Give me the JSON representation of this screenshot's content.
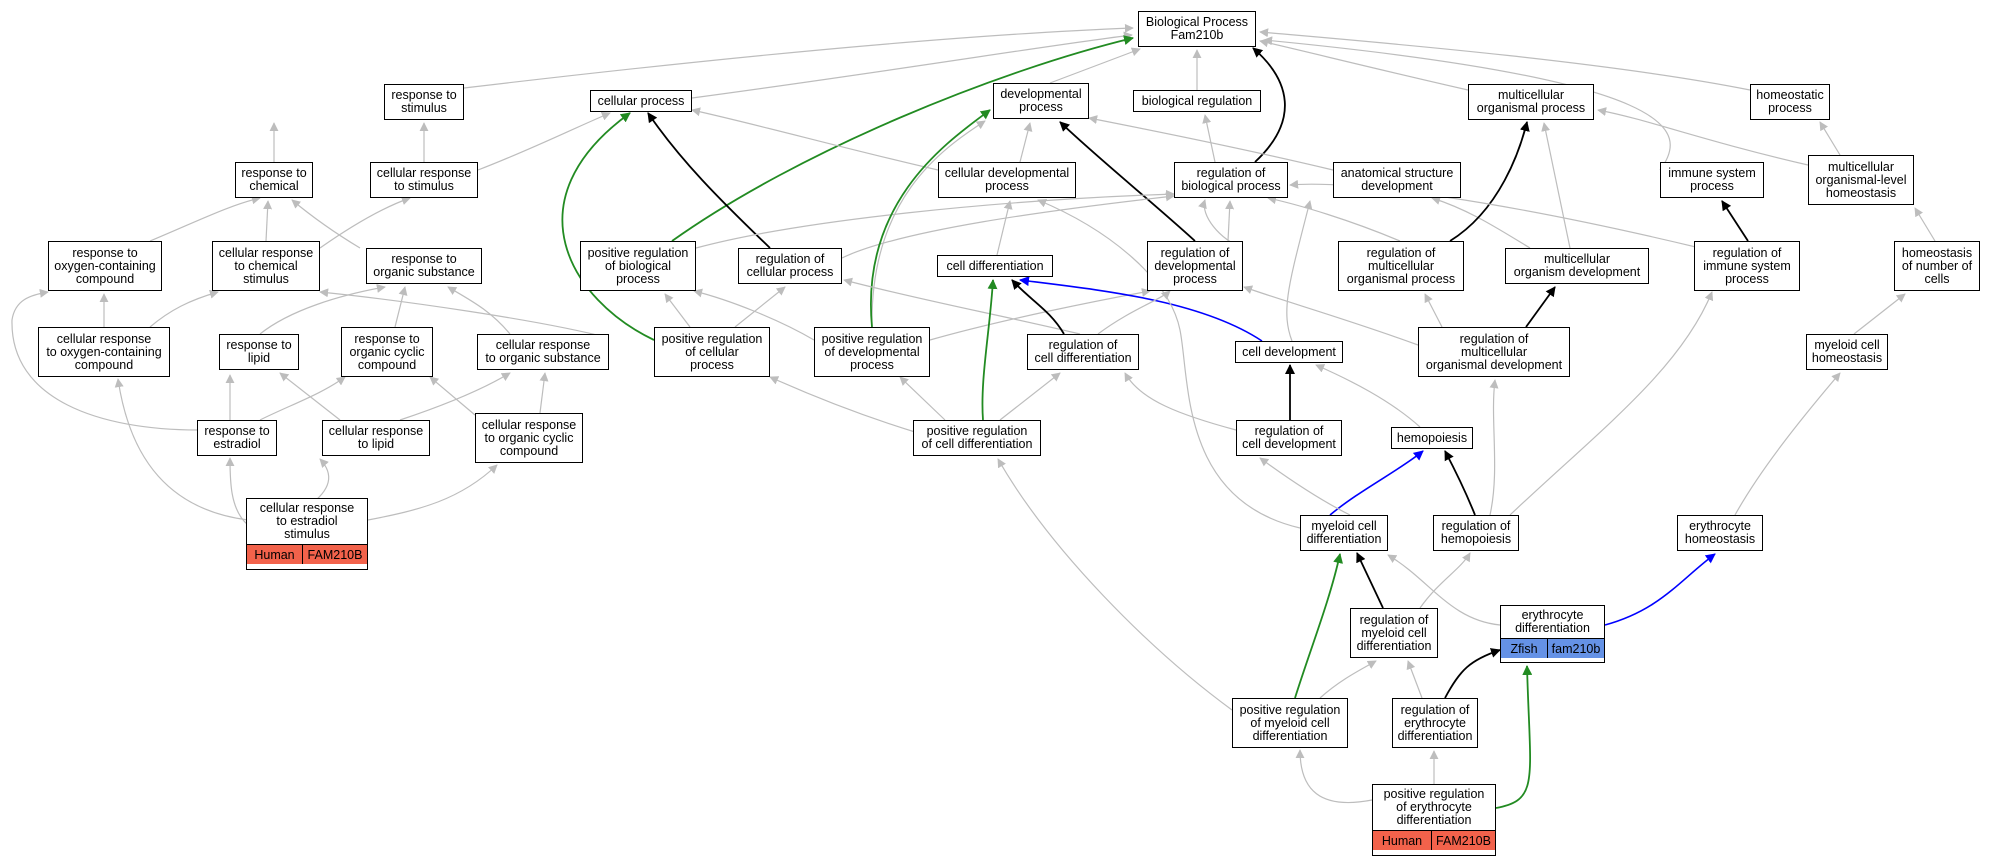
{
  "colors": {
    "is_a": "#bdbdbd",
    "regulates": "#000000",
    "positively_regulates": "#228b22",
    "part_of": "#0000ff",
    "human_tag": "#f2624b",
    "zfish_tag": "#6592e6"
  },
  "nodes": {
    "bp": "Biological Process\nFam210b",
    "cellular_process": "cellular process",
    "developmental_process": "developmental\nprocess",
    "biological_regulation": "biological regulation",
    "multicellular_organismal_process": "multicellular\norganismal process",
    "homeostatic_process": "homeostatic\nprocess",
    "response_to_stimulus": "response to\nstimulus",
    "response_to_chemical": "response to\nchemical",
    "cellular_response_to_stimulus": "cellular response\nto stimulus",
    "cellular_developmental_process": "cellular developmental\nprocess",
    "regulation_of_biological_process": "regulation of\nbiological process",
    "anatomical_structure_development": "anatomical structure\ndevelopment",
    "immune_system_process": "immune system\nprocess",
    "multicellular_level_homeostasis": "multicellular\norganismal-level\nhomeostasis",
    "response_to_oxygen_compound": "response to\noxygen-containing\ncompound",
    "cellular_response_to_chemical_stimulus": "cellular response\nto chemical\nstimulus",
    "response_to_organic_substance": "response to\norganic substance",
    "positive_regulation_of_biological_process": "positive regulation\nof biological\nprocess",
    "regulation_of_cellular_process": "regulation of\ncellular process",
    "cell_differentiation": "cell differentiation",
    "regulation_of_developmental_process": "regulation of\ndevelopmental\nprocess",
    "regulation_of_multicellular_organismal_process": "regulation of\nmulticellular\norganismal process",
    "multicellular_organism_development": "multicellular\norganism development",
    "regulation_of_immune_system_process": "regulation of\nimmune system\nprocess",
    "homeostasis_of_number_of_cells": "homeostasis\nof number of\ncells",
    "cellular_response_to_oxygen_compound": "cellular response\nto oxygen-containing\ncompound",
    "response_to_lipid": "response to\nlipid",
    "response_to_organic_cyclic_compound": "response to\norganic cyclic\ncompound",
    "cellular_response_to_organic_substance": "cellular response\nto organic substance",
    "positive_regulation_of_cellular_process": "positive regulation\nof cellular\nprocess",
    "positive_regulation_of_developmental_process": "positive regulation\nof developmental\nprocess",
    "regulation_of_cell_differentiation": "regulation of\ncell differentiation",
    "cell_development": "cell development",
    "regulation_of_multicellular_organismal_development": "regulation of\nmulticellular\norganismal development",
    "myeloid_cell_homeostasis": "myeloid cell\nhomeostasis",
    "response_to_estradiol": "response to\nestradiol",
    "cellular_response_to_lipid": "cellular response\nto lipid",
    "cellular_response_to_organic_cyclic_compound": "cellular response\nto organic cyclic\ncompound",
    "positive_regulation_of_cell_differentiation": "positive regulation\nof cell differentiation",
    "regulation_of_cell_development": "regulation of\ncell development",
    "hemopoiesis": "hemopoiesis",
    "myeloid_cell_differentiation": "myeloid cell\ndifferentiation",
    "regulation_of_hemopoiesis": "regulation of\nhemopoiesis",
    "erythrocyte_homeostasis": "erythrocyte\nhomeostasis",
    "regulation_of_myeloid_cell_differentiation": "regulation of\nmyeloid cell\ndifferentiation",
    "positive_regulation_of_myeloid_cell_differentiation": "positive regulation\nof myeloid cell\ndifferentiation",
    "regulation_of_erythrocyte_differentiation": "regulation of\nerythrocyte\ndifferentiation"
  },
  "tagged_nodes": {
    "cellular_response_to_estradiol_stimulus": {
      "label": "cellular response\nto estradiol\nstimulus",
      "species": "Human",
      "gene": "FAM210B",
      "tag_color": "#f2624b"
    },
    "erythrocyte_differentiation": {
      "label": "erythrocyte\ndifferentiation",
      "species": "Zfish",
      "gene": "fam210b",
      "tag_color": "#6592e6"
    },
    "positive_regulation_of_erythrocyte_differentiation": {
      "label": "positive regulation\nof erythrocyte\ndifferentiation",
      "species": "Human",
      "gene": "FAM210B",
      "tag_color": "#f2624b"
    }
  }
}
